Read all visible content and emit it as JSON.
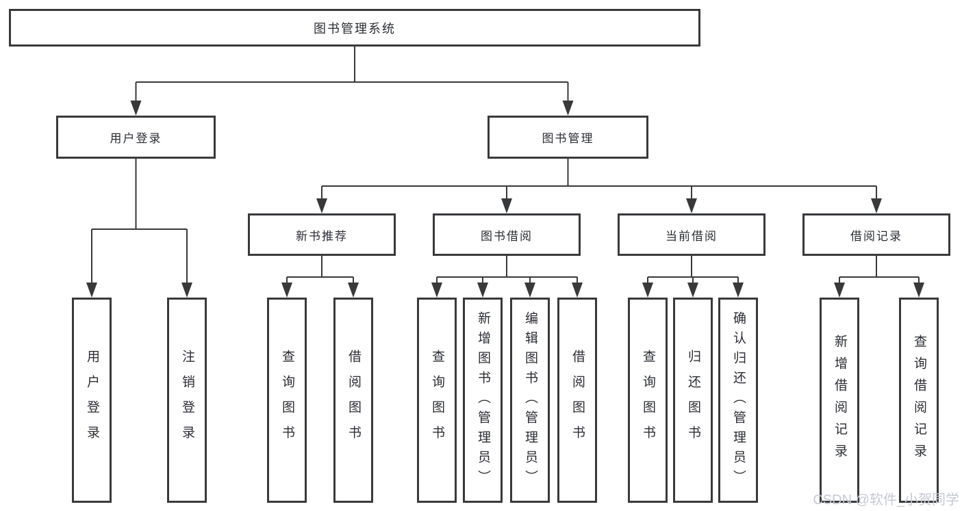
{
  "diagram": {
    "root": {
      "label": "图书管理系统"
    },
    "level2": [
      {
        "label": "用户登录"
      },
      {
        "label": "图书管理"
      }
    ],
    "level3": [
      {
        "label": "新书推荐"
      },
      {
        "label": "图书借阅"
      },
      {
        "label": "当前借阅"
      },
      {
        "label": "借阅记录"
      }
    ],
    "leaves": {
      "user_login": [
        "用户登录",
        "注销登录"
      ],
      "new_books": [
        "查询图书",
        "借阅图书"
      ],
      "book_borrow": [
        "查询图书",
        "新增图书（管理员）",
        "编辑图书（管理员）",
        "借阅图书"
      ],
      "current_borrow": [
        "查询图书",
        "归还图书",
        "确认归还（管理员）"
      ],
      "borrow_records": [
        "新增借阅记录",
        "查询借阅记录"
      ]
    }
  },
  "watermark": {
    "text": "CSDN @软件_小贺同学",
    "color": "#c6c9d2"
  },
  "colors": {
    "line": "#38393b",
    "text": "#2b2d33",
    "background": "#ffffff"
  }
}
